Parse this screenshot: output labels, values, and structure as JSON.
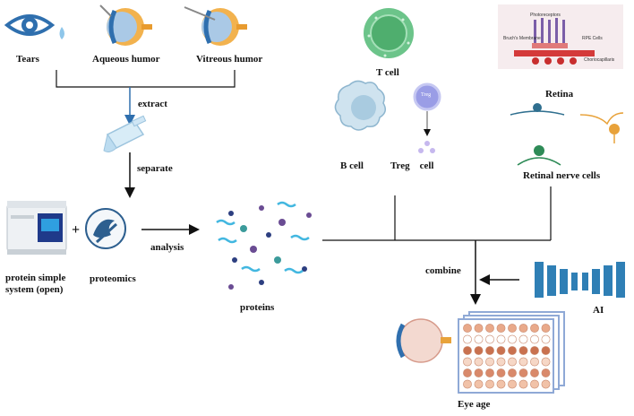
{
  "labels": {
    "tears": "Tears",
    "aqueous": "Aqueous humor",
    "vitreous": "Vitreous humor",
    "extract": "extract",
    "separate": "separate",
    "plus": "+",
    "analysis": "analysis",
    "pss": "protein simple\nsystem (open)",
    "proteomics": "proteomics",
    "proteins": "proteins",
    "tcell": "T  cell",
    "bcell": "B cell",
    "treg": "Treg    cell",
    "treg_tag": "Treg",
    "retina": "Retina",
    "rnc": "Retinal nerve cells",
    "combine": "combine",
    "ai": "AI",
    "eyeage": "Eye age"
  },
  "retina_image_labels": [
    "Photoreceptors",
    "Bruch's Membrane",
    "RPE Cells",
    "Choriocapillaris"
  ],
  "colors": {
    "eye_blue": "#2f6fae",
    "orange": "#e8a23a",
    "t_cell": "#5bbf7a",
    "b_cell": "#bcd7e6",
    "treg": "#8c8fe0",
    "ai_block": "#2f7fb5",
    "plate": "#e5a07e"
  }
}
